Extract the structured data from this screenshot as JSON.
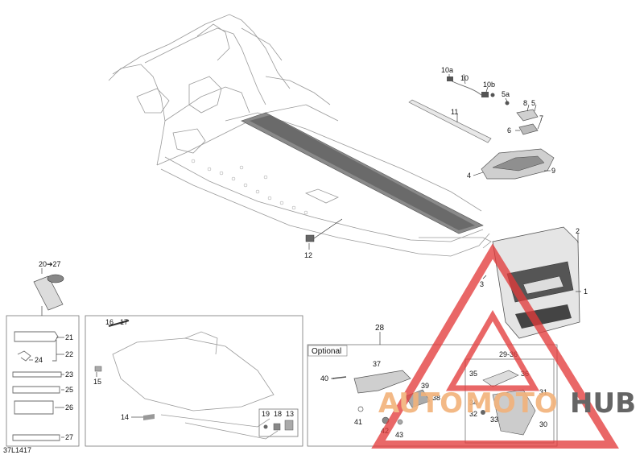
{
  "image_code": "37L1417",
  "option_label": "Optional",
  "group_labels": {
    "tools_range": "20➔27",
    "bag_group": "28",
    "kit_range": "29-36"
  },
  "callouts": {
    "c1": "1",
    "c2": "2",
    "c3": "3",
    "c4": "4",
    "c5": "5",
    "c5a": "5a",
    "c6": "6",
    "c7": "7",
    "c8": "8",
    "c9": "9",
    "c10": "10",
    "c10a": "10a",
    "c10b": "10b",
    "c11": "11",
    "c12": "12",
    "c14": "14",
    "c15": "15",
    "c16": "16",
    "c17": "17",
    "c18": "18",
    "c19": "19",
    "c13": "13",
    "c21": "21",
    "c22": "22",
    "c23": "23",
    "c24": "24",
    "c25": "25",
    "c26": "26",
    "c27": "27",
    "c30": "30",
    "c31": "31",
    "c32": "32",
    "c33": "33",
    "c34": "34",
    "c35": "35",
    "c36": "36",
    "c37": "37",
    "c38": "38",
    "c39": "39",
    "c40": "40",
    "c41": "41",
    "c42": "42",
    "c43": "43"
  },
  "watermark": {
    "word_a": "AUTO",
    "word_b": "MOTO",
    "word_c": "HUB",
    "color_red": "#e23a3a",
    "color_orange": "#f2b27a",
    "color_gray": "#555555"
  }
}
